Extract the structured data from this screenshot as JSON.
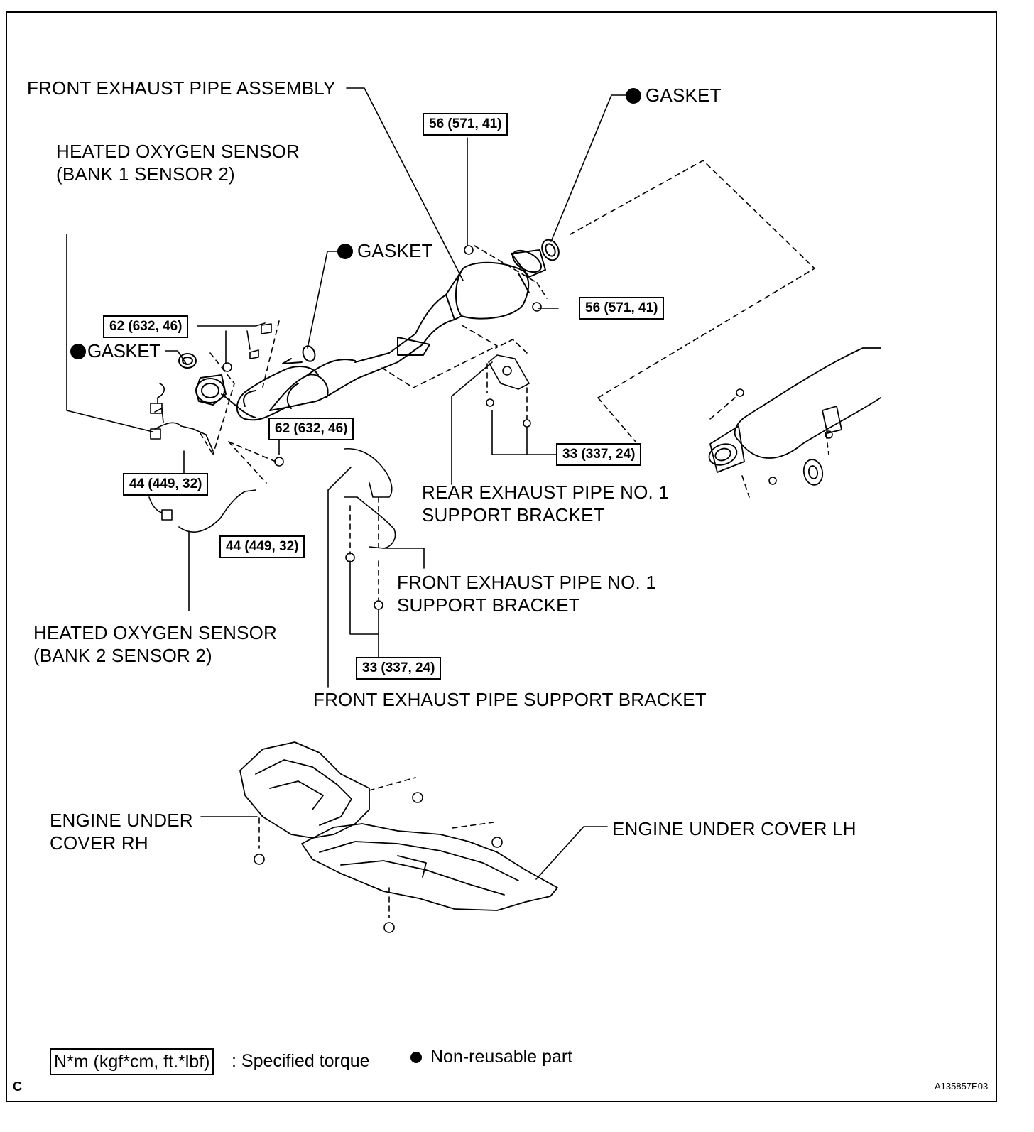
{
  "labels": {
    "front_exhaust_pipe_assembly": "FRONT EXHAUST PIPE ASSEMBLY",
    "gasket_top": "GASKET",
    "heated_o2_bank1_line1": "HEATED OXYGEN SENSOR",
    "heated_o2_bank1_line2": "(BANK 1 SENSOR 2)",
    "gasket_mid": "GASKET",
    "gasket_left": "GASKET",
    "rear_bracket_line1": "REAR EXHAUST PIPE NO. 1",
    "rear_bracket_line2": "SUPPORT BRACKET",
    "front_no1_bracket_line1": "FRONT EXHAUST PIPE NO. 1",
    "front_no1_bracket_line2": "SUPPORT BRACKET",
    "heated_o2_bank2_line1": "HEATED OXYGEN SENSOR",
    "heated_o2_bank2_line2": "(BANK 2 SENSOR 2)",
    "front_support_bracket": "FRONT EXHAUST PIPE SUPPORT BRACKET",
    "under_cover_rh_line1": "ENGINE UNDER",
    "under_cover_rh_line2": "COVER RH",
    "under_cover_lh": "ENGINE UNDER COVER LH"
  },
  "torques": {
    "top_nut": "56 (571, 41)",
    "right_nut": "56 (571, 41)",
    "upper_bolts": "62 (632, 46)",
    "lower_nut": "62 (632, 46)",
    "sensor_bank1": "44 (449, 32)",
    "sensor_bank2": "44 (449, 32)",
    "rear_bracket_bolts": "33 (337, 24)",
    "front_bracket_bolts": "33 (337, 24)"
  },
  "legend": {
    "torque_unit": "N*m (kgf*cm, ft.*lbf)",
    "torque_desc": ": Specified torque",
    "nonreusable_desc": "Non-reusable part"
  },
  "footer": {
    "corner_letter": "C",
    "figure_id": "A135857E03"
  }
}
